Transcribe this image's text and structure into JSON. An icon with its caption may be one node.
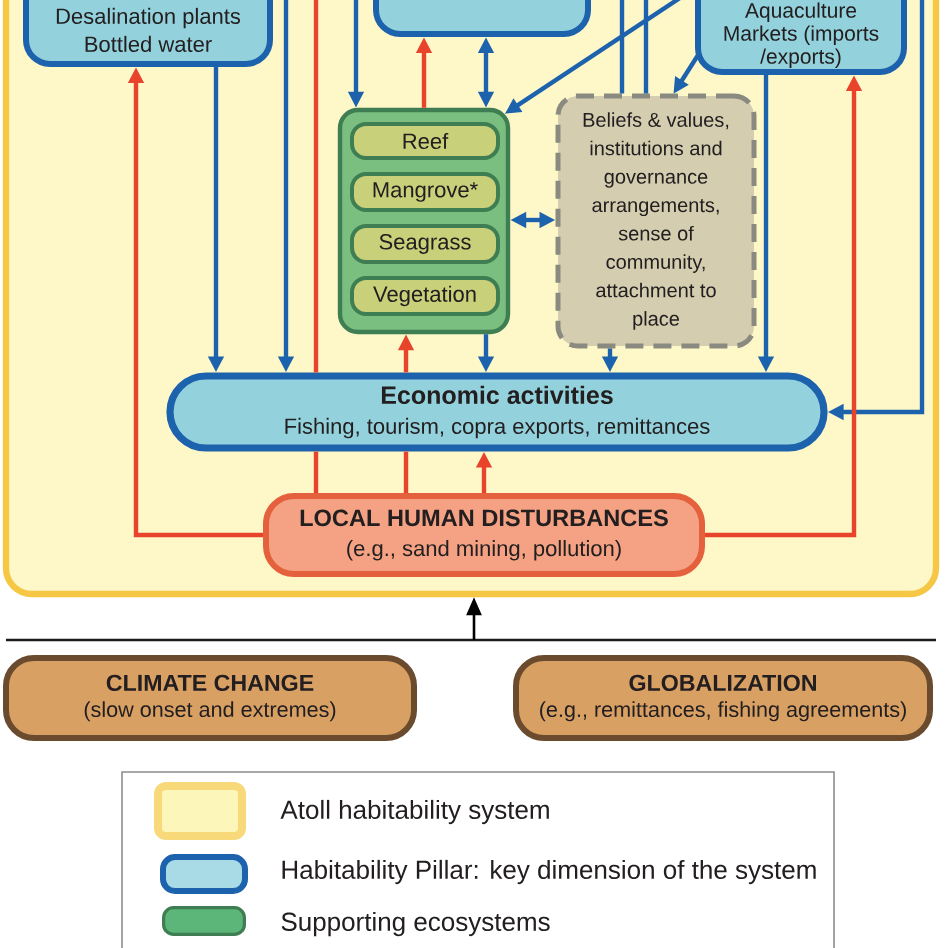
{
  "diagram": {
    "nodes": [
      {
        "text": [],
        "shape": "box"
      },
      {
        "text": [
          "Desalination plants",
          "Bottled water"
        ],
        "in": 0
      },
      {
        "text": [],
        "shape": "box",
        "in": 0
      },
      {
        "text": [
          "Aquaculture",
          "Markets (imports /exports)"
        ],
        "in": 0
      },
      {
        "text": [],
        "shape": "box",
        "in": 0
      },
      {
        "text": [
          "Reef"
        ],
        "in": 4
      },
      {
        "text": [
          "Mangrove*"
        ],
        "in": 4
      },
      {
        "text": [
          "Seagrass"
        ],
        "in": 4
      },
      {
        "text": [
          "Vegetation"
        ],
        "in": 4
      },
      {
        "text": [
          "Beliefs & values, institutions and governance arrangements, sense of community, attachment to place"
        ],
        "in": 0
      },
      {
        "text": [
          "Economic activities",
          "Fishing, tourism, copra exports, remittances"
        ],
        "in": 0
      },
      {
        "text": [
          "LOCAL HUMAN DISTURBANCES",
          "(e.g., sand mining, pollution)"
        ],
        "in": 0
      },
      {
        "text": [
          "CLIMATE CHANGE",
          "(slow onset and extremes)"
        ]
      },
      {
        "text": [
          "GLOBALIZATION",
          "(e.g., remittances, fishing agreements)"
        ]
      }
    ],
    "edges": [
      {
        "from": 1,
        "to": 10,
        "arrow": "to"
      },
      {
        "from": null,
        "to": 10,
        "arrow": "to"
      },
      {
        "from": null,
        "to": 4,
        "arrow": "to"
      },
      {
        "from": 2,
        "to": 4,
        "arrow": "both"
      },
      {
        "from": 9,
        "to": null,
        "arrow": "none"
      },
      {
        "from": 9,
        "to": null,
        "arrow": "none"
      },
      {
        "from": 3,
        "to": 4,
        "arrow": "to"
      },
      {
        "from": 3,
        "to": 9,
        "arrow": "to"
      },
      {
        "from": 4,
        "to": 9,
        "arrow": "both"
      },
      {
        "from": 4,
        "to": 10,
        "arrow": "to"
      },
      {
        "from": 9,
        "to": 10,
        "arrow": "to"
      },
      {
        "from": 3,
        "to": 10,
        "arrow": "to"
      },
      {
        "from": null,
        "to": 10,
        "arrow": "to"
      },
      {
        "from": 11,
        "to": 1,
        "arrow": "to",
        "color": "#e8432b"
      },
      {
        "from": 11,
        "to": 10,
        "arrow": "none",
        "color": "#e8432b"
      },
      {
        "from": 10,
        "to": null,
        "arrow": "none",
        "color": "#e8432b"
      },
      {
        "from": 11,
        "to": 10,
        "arrow": "none",
        "color": "#e8432b"
      },
      {
        "from": 10,
        "to": 4,
        "arrow": "to",
        "color": "#e8432b"
      },
      {
        "from": 4,
        "to": 2,
        "arrow": "to",
        "color": "#e8432b"
      },
      {
        "from": 11,
        "to": 10,
        "arrow": "to",
        "color": "#e8432b"
      },
      {
        "from": 11,
        "to": 3,
        "arrow": "to",
        "color": "#e8432b"
      },
      {
        "from": null,
        "to": 0,
        "arrow": "to",
        "color": "#000000"
      }
    ],
    "legend": [
      {
        "text": "Atoll habitability system",
        "color": "#fdf6bb"
      },
      {
        "text": "Habitability Pillar: key dimension of the system",
        "color": "#a8dbe6"
      },
      {
        "text": "Supporting ecosystems",
        "color": "#5cb67a"
      }
    ]
  }
}
